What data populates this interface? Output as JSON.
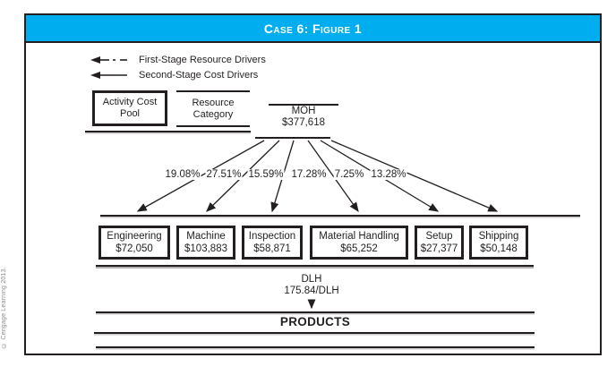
{
  "header": {
    "title": "Case 6: Figure 1"
  },
  "legend": {
    "items": [
      {
        "icon": "left-arrow-dash-dot",
        "label": "First-Stage Resource Drivers",
        "line_style": "dash-dot"
      },
      {
        "icon": "left-arrow-solid",
        "label": "Second-Stage Cost Drivers",
        "line_style": "solid"
      }
    ]
  },
  "key": {
    "activity_cost_pool_label": "Activity Cost Pool",
    "resource_category_label": "Resource Category"
  },
  "source": {
    "name": "MOH",
    "amount": "$377,618"
  },
  "allocations": {
    "percents": [
      "19.08%",
      "27.51%",
      "15.59%",
      "17.28%",
      "7.25%",
      "13.28%"
    ]
  },
  "pools": [
    {
      "name": "Engineering",
      "amount": "$72,050"
    },
    {
      "name": "Machine",
      "amount": "$103,883"
    },
    {
      "name": "Inspection",
      "amount": "$58,871"
    },
    {
      "name": "Material Handling",
      "amount": "$65,252"
    },
    {
      "name": "Setup",
      "amount": "$27,377"
    },
    {
      "name": "Shipping",
      "amount": "$50,148"
    }
  ],
  "second_stage": {
    "driver": "DLH",
    "rate": "175.84/DLH"
  },
  "products_label": "PRODUCTS",
  "copyright": "© Cengage Learning 2013.",
  "colors": {
    "accent": "#00AEEF",
    "ink": "#231F20",
    "rule_shadow": "#B0B0B0",
    "copyright_gray": "#8A8A8A"
  }
}
